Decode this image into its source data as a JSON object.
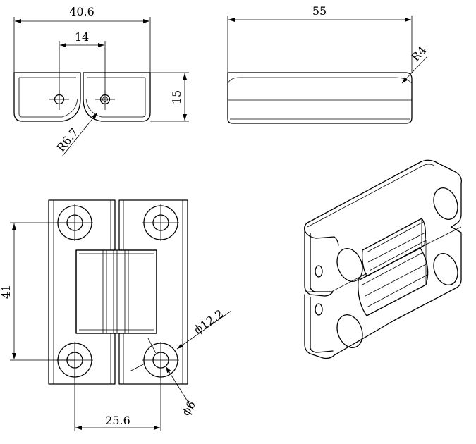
{
  "dimensions": {
    "overall_width": "40.6",
    "hole_spacing": "14",
    "length": "55",
    "height": "15",
    "edge_radius": "R4",
    "center_radius": "R6.7",
    "hole_spacing_vertical": "41",
    "counterbore_diameter": "ϕ12.2",
    "hole_diameter": "ϕ6",
    "hole_spacing_horizontal": "25.6"
  }
}
